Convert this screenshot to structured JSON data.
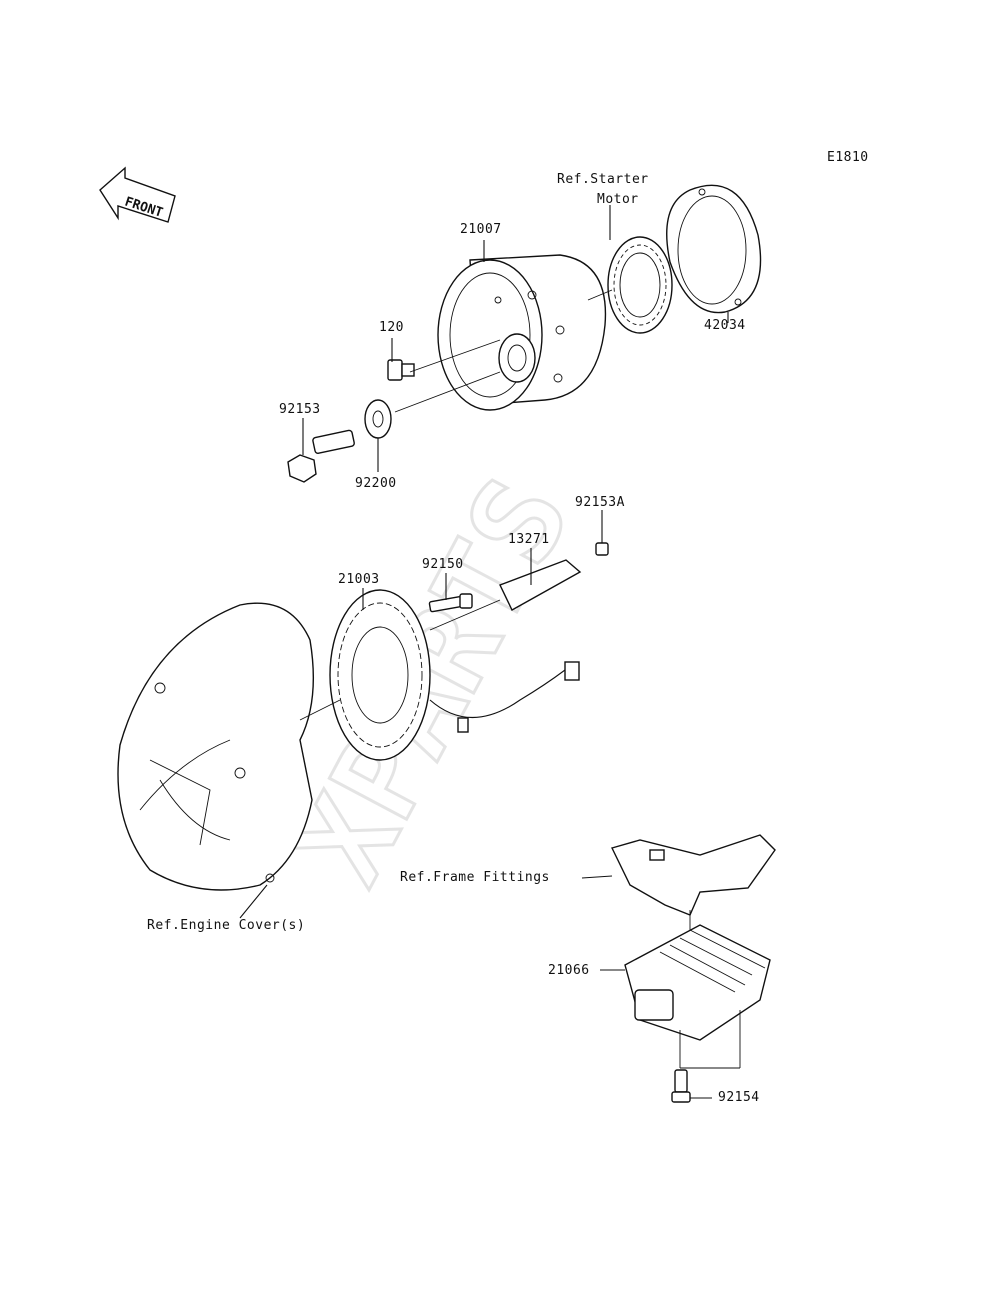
{
  "diagram_code": "E1810",
  "front_label": "FRONT",
  "watermark": "XPARTS",
  "labels": {
    "ref_starter": "Ref.Starter",
    "ref_starter_2": "Motor",
    "p21007": "21007",
    "p42034": "42034",
    "p120": "120",
    "p92153": "92153",
    "p92200": "92200",
    "p92153a": "92153A",
    "p13271": "13271",
    "p92150": "92150",
    "p21003": "21003",
    "ref_frame": "Ref.Frame Fittings",
    "ref_engine": "Ref.Engine Cover(s)",
    "p21066": "21066",
    "p92154": "92154"
  }
}
